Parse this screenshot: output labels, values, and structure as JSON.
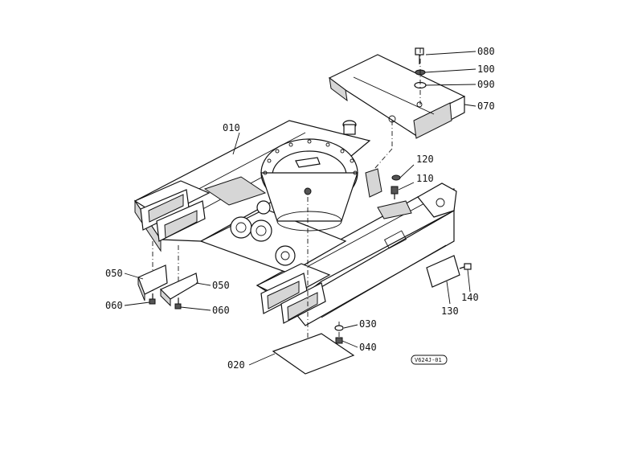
{
  "part_labels": {
    "p010": "010",
    "p020": "020",
    "p030": "030",
    "p040": "040",
    "p050a": "050",
    "p050b": "050",
    "p060a": "060",
    "p060b": "060",
    "p070": "070",
    "p080": "080",
    "p090": "090",
    "p100": "100",
    "p110": "110",
    "p120": "120",
    "p130": "130",
    "p140": "140"
  },
  "figure_ref": "V624J-01"
}
